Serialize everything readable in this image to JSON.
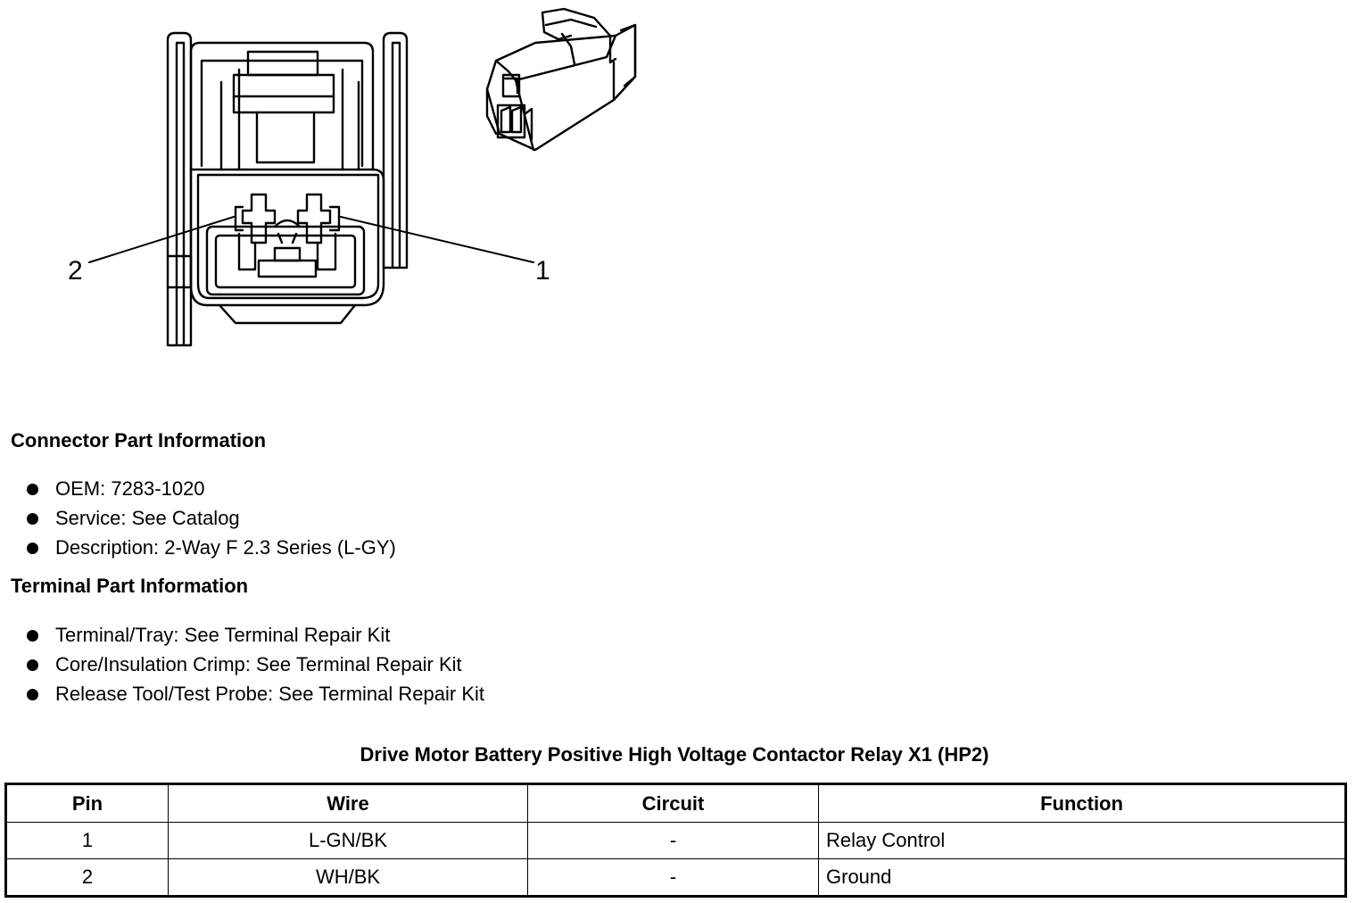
{
  "figure": {
    "callouts": [
      {
        "label": "2"
      },
      {
        "label": "1"
      }
    ]
  },
  "connector_info": {
    "heading": "Connector Part Information",
    "items": [
      "OEM: 7283-1020",
      "Service: See Catalog",
      "Description: 2-Way F 2.3 Series (L-GY)"
    ]
  },
  "terminal_info": {
    "heading": "Terminal Part Information",
    "items": [
      "Terminal/Tray: See Terminal Repair Kit",
      "Core/Insulation Crimp: See Terminal Repair Kit",
      "Release Tool/Test Probe: See Terminal Repair Kit"
    ]
  },
  "table": {
    "title": "Drive Motor Battery Positive High Voltage Contactor Relay X1 (HP2)",
    "headers": [
      "Pin",
      "Wire",
      "Circuit",
      "Function"
    ],
    "rows": [
      [
        "1",
        "L-GN/BK",
        "-",
        "Relay Control"
      ],
      [
        "2",
        "WH/BK",
        "-",
        "Ground"
      ]
    ]
  }
}
